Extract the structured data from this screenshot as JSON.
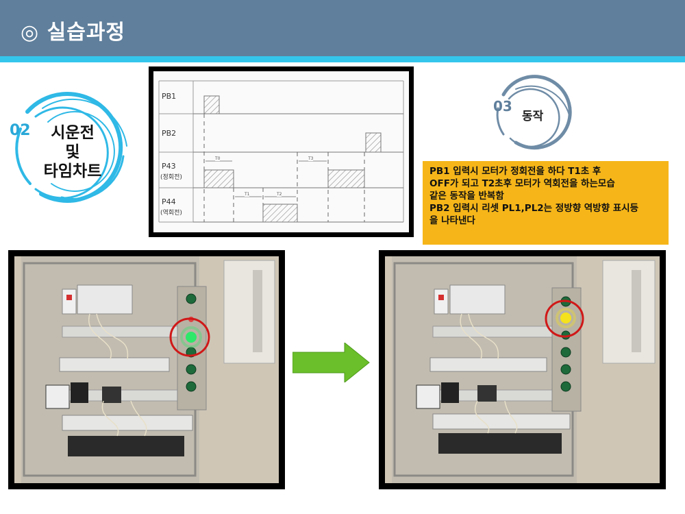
{
  "header": {
    "title": "◎ 실습과정"
  },
  "section2": {
    "number": "02",
    "line1": "시운전",
    "line2": "및",
    "line3": "타임차트"
  },
  "section3": {
    "number": "03",
    "label": "동작"
  },
  "timing_chart": {
    "rows": [
      {
        "label": "PB1",
        "sub": ""
      },
      {
        "label": "PB2",
        "sub": ""
      },
      {
        "label": "P43",
        "sub": "(정회전)"
      },
      {
        "label": "P44",
        "sub": "(역회전)"
      }
    ],
    "intervals": [
      "T0",
      "T3",
      "T1",
      "T2"
    ]
  },
  "description": {
    "lines": [
      "PB1 입력시 모터가 정회전을 하다 T1초 후",
      "OFF가 되고 T2초후 모터가 역회전을 하는모습",
      "같은 동작을 반복함",
      "PB2 입력시 리셋 PL1,PL2는 정방향 역방향 표시등",
      "을 나타낸다"
    ]
  },
  "colors": {
    "header": "#5f7f9c",
    "accent": "#35c6ec",
    "highlight": "#f6b619",
    "arrow": "#6bbf2a",
    "lamp_green": "#2ee86a",
    "lamp_yellow": "#f5e11c"
  }
}
